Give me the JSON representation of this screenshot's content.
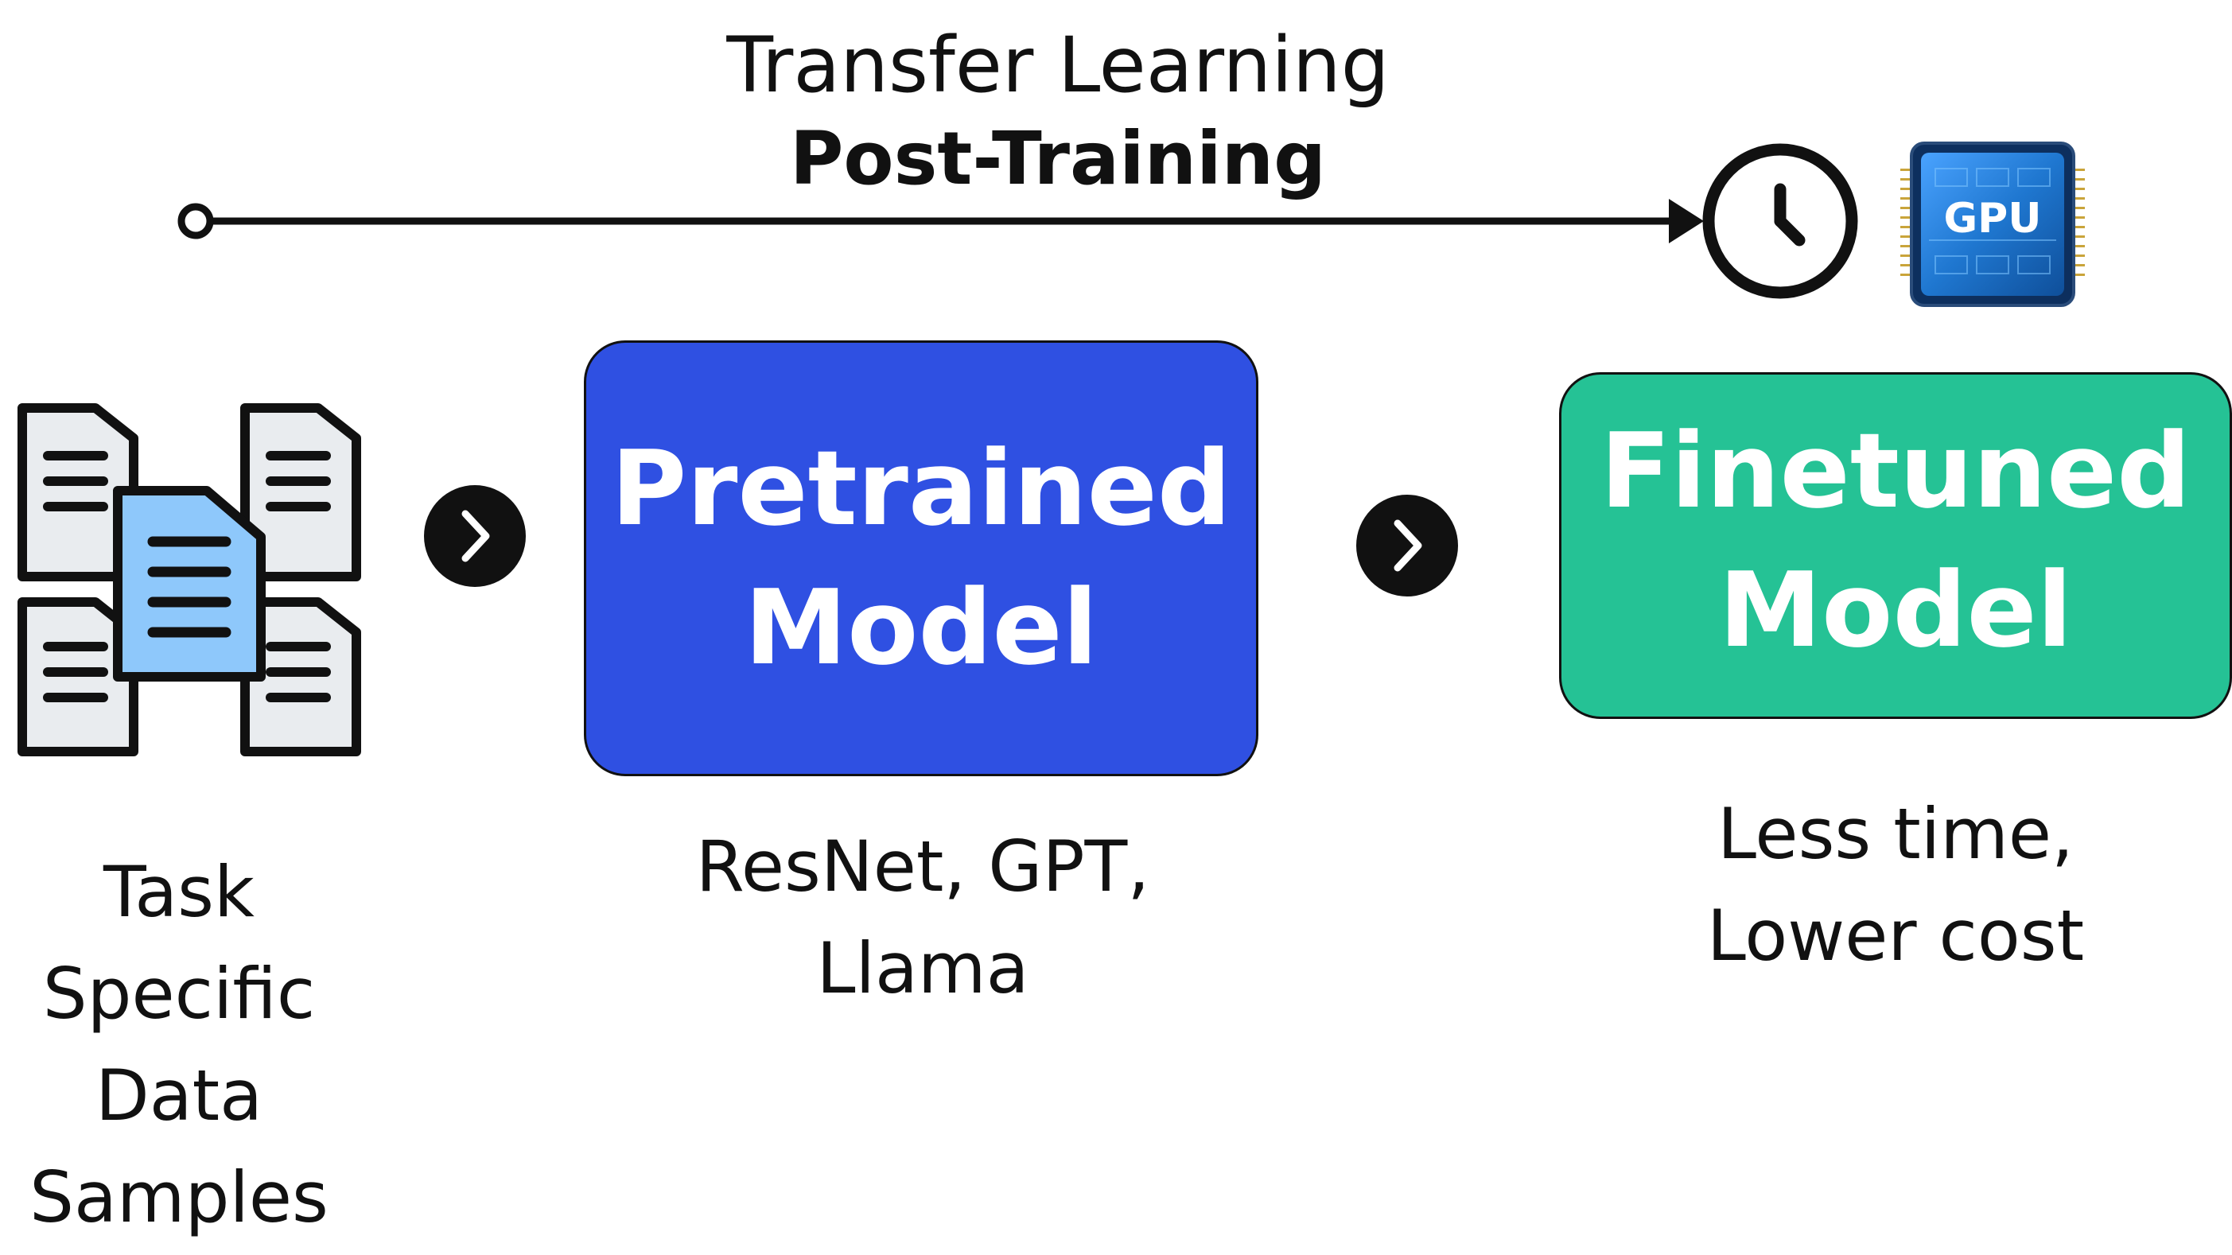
{
  "header": {
    "line1": "Transfer Learning",
    "line2": "Post-Training"
  },
  "timeline": {
    "start_marker": "circle-marker",
    "end_icon": "clock-icon",
    "chip_label": "GPU"
  },
  "pipeline": {
    "data_icon": "documents-icon",
    "data_caption": [
      "Task",
      "Specific",
      "Data",
      "Samples"
    ],
    "pretrained": {
      "title_lines": [
        "Pretrained",
        "Model"
      ],
      "caption_lines": [
        "ResNet, GPT,",
        "Llama"
      ],
      "color": "#2f50e2"
    },
    "finetuned": {
      "title_lines": [
        "Finetuned",
        "Model"
      ],
      "caption_lines": [
        "Less time,",
        "Lower cost"
      ],
      "color": "#25c295"
    },
    "arrow_icon": "chevron-right-icon"
  },
  "colors": {
    "line": "#111111",
    "doc_fill": "#e9ecef",
    "doc_highlight": "#8ec8fb",
    "chip_blue": "#1f77d0"
  }
}
